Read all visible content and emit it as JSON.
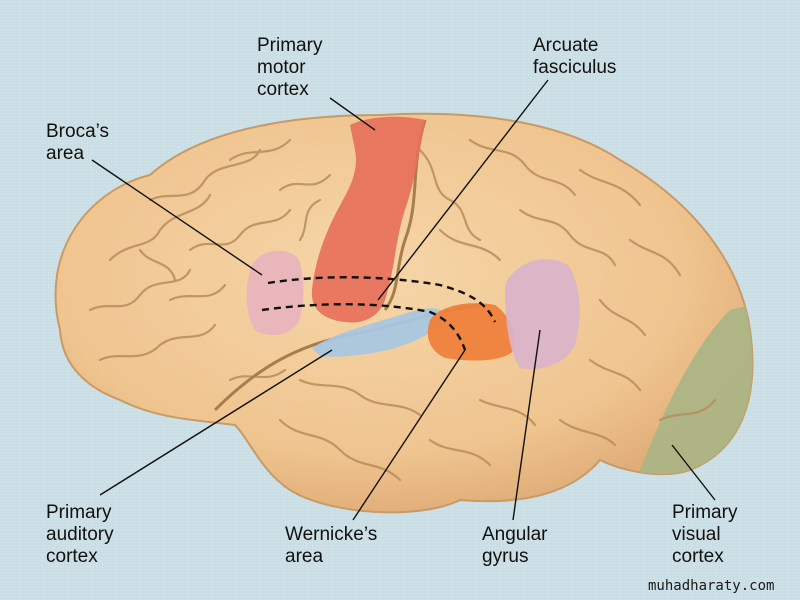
{
  "labels": {
    "primary_motor_cortex": "Primary\nmotor\ncortex",
    "arcuate_fasciculus": "Arcuate\nfasciculus",
    "brocas_area": "Broca’s\narea",
    "primary_auditory_cortex": "Primary\nauditory\ncortex",
    "wernickes_area": "Wernicke’s\narea",
    "angular_gyrus": "Angular\ngyrus",
    "primary_visual_cortex": "Primary\nvisual\ncortex"
  },
  "watermark": "muhadharaty.com",
  "colors": {
    "background": "#c9dde4",
    "brain": "#f0c795",
    "brain_outline": "#c89a66",
    "sulcus": "#b88c5c",
    "motor_cortex": "#e6705a",
    "broca": "#e8b4bd",
    "auditory": "#a9c6df",
    "wernicke": "#ef7f3c",
    "angular": "#d9b2cc",
    "visual": "#a8b585"
  }
}
